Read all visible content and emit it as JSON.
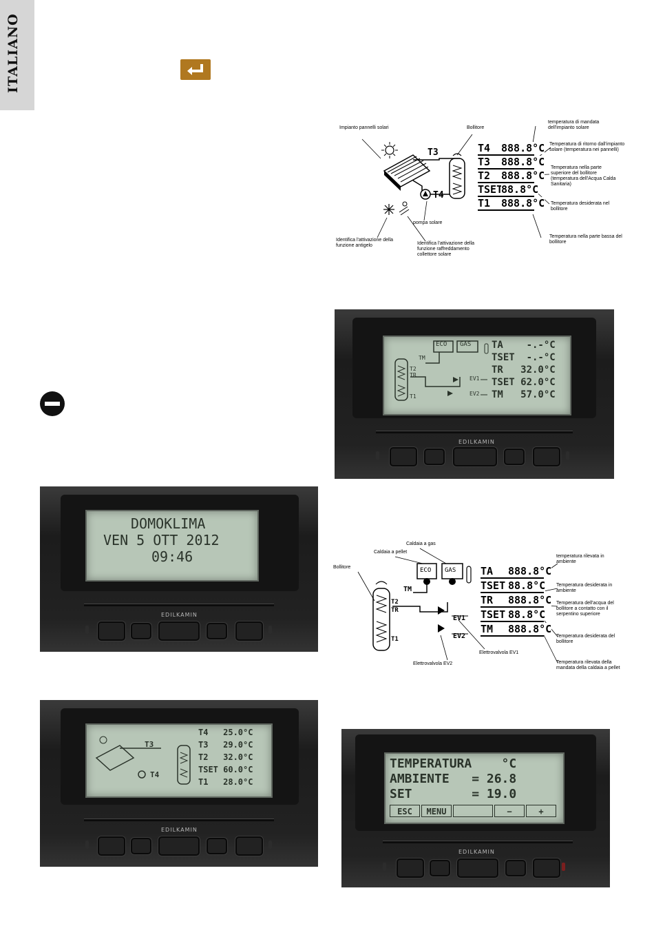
{
  "side_tab": {
    "label": "ITALIANO"
  },
  "icons": {
    "enter_key": "enter-key-icon",
    "stop": "no-entry-icon",
    "accent": "#b07820"
  },
  "solar_diagram": {
    "labels": {
      "panels": "Impianto pannelli solari",
      "tank": "Bollitore",
      "t4_desc": "temperatura di mandata dell'impianto solare",
      "t3_desc": "Temperatura di ritorno dall'impianto solare (temperatura nei pannelli)",
      "t2_desc": "Temperatura nella parte superiore del bollitore (temperatura dell'Acqua Calda Sanitaria)",
      "tset_desc": "Temperatura desiderata nel bollitore",
      "t1_desc": "Temperatura nella parte bassa del bollitore",
      "pump": "pompa solare",
      "antifreeze": "Identifica l'attivazione della funzione antigelo",
      "cooling": "Identifica l'attivazione della funzione raffreddamento collettore solare"
    },
    "readings": [
      {
        "name": "T4",
        "value": "888.8°C"
      },
      {
        "name": "T3",
        "value": "888.8°C"
      },
      {
        "name": "T2",
        "value": "888.8°C"
      },
      {
        "name": "TSET",
        "value": "88.8°C"
      },
      {
        "name": "T1",
        "value": "888.8°C"
      }
    ],
    "sensor_labels": {
      "t3": "T3",
      "t4": "T4"
    }
  },
  "device_boiler": {
    "brand": "EDILKAMIN",
    "boxes": [
      "ECO",
      "GAS"
    ],
    "rows": [
      "TA    -.-°C",
      "TSET  -.-°C",
      "TR   32.0°C",
      "TSET 62.0°C",
      "TM   57.0°C"
    ],
    "tags": {
      "tm": "TM",
      "t2": "T2",
      "tr": "TR",
      "t1": "T1",
      "ev1": "EV1",
      "ev2": "EV2"
    }
  },
  "device_home": {
    "brand": "EDILKAMIN",
    "line1": "DOMOKLIMA",
    "line2": "VEN 5 OTT 2012",
    "line3": "09:46"
  },
  "boiler_diagram": {
    "labels": {
      "pellet": "Caldaia a pellet",
      "gas": "Caldaia a gas",
      "tank": "Bollitore",
      "ta_desc": "temperatura rilevata in ambiente",
      "tset1_desc": "Temperatura desiderata in ambiente",
      "tr_desc": "Temperatura dell'acqua del bollitore a contatto con il serpentino superiore",
      "tset2_desc": "Temperatura desiderata del bollitore",
      "tm_desc": "Temperatura rilevata della mandata della caldaia a pellet",
      "ev1": "Elettrovalvola EV1",
      "ev2": "Elettrovalvola EV2"
    },
    "boxes": [
      "ECO",
      "GAS"
    ],
    "readings": [
      {
        "name": "TA",
        "value": "888.8°C"
      },
      {
        "name": "TSET",
        "value": "88.8°C"
      },
      {
        "name": "TR",
        "value": "888.8°C"
      },
      {
        "name": "TSET",
        "value": "88.8°C"
      },
      {
        "name": "TM",
        "value": "888.8°C"
      }
    ],
    "tags": {
      "tm": "TM",
      "t2": "T2",
      "tr": "TR",
      "t1": "T1",
      "ev1": "EV1",
      "ev2": "EV2"
    }
  },
  "device_solar": {
    "brand": "EDILKAMIN",
    "rows": [
      "T4   25.0°C",
      "T3   29.0°C",
      "T2   32.0°C",
      "TSET 60.0°C",
      "T1   28.0°C"
    ],
    "tags": {
      "t3": "T3",
      "t4": "T4"
    }
  },
  "device_temp": {
    "brand": "EDILKAMIN",
    "line1": "TEMPERATURA    °C",
    "line2": "AMBIENTE   = 26.8",
    "line3": "SET        = 19.0",
    "softkeys": [
      "ESC",
      "MENU",
      "",
      "",
      "−",
      "+"
    ]
  }
}
